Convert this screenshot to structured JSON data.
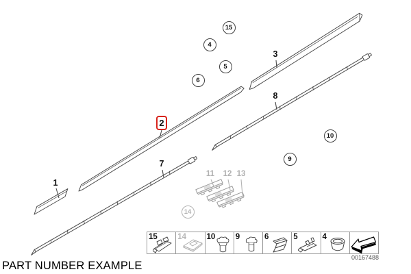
{
  "colors": {
    "background": "#ffffff",
    "line_art": "#4a4a4a",
    "grayed_out": "#b2b2b2",
    "highlight_red": "#d8241c",
    "text": "#111111",
    "legend_border": "#9a9a9a",
    "image_number_text": "#555555"
  },
  "caption": "PART NUMBER EXAMPLE",
  "image_number": "00167488",
  "callouts": {
    "boxed": {
      "label": "2"
    },
    "plain": {
      "p1": "1",
      "p3": "3",
      "p7": "7",
      "p8": "8"
    },
    "grayed": {
      "p11": "11",
      "p12": "12",
      "p13": "13"
    },
    "circled": {
      "c15": "15",
      "c4": "4",
      "c5": "5",
      "c6": "6",
      "c10": "10",
      "c9": "9",
      "c14": "14"
    }
  },
  "legend": {
    "cells": [
      {
        "number": "15",
        "icon": "clip-bracket-icon",
        "grayed": false
      },
      {
        "number": "14",
        "icon": "adhesive-pad-icon",
        "grayed": true
      },
      {
        "number": "10",
        "icon": "expanding-rivet-icon",
        "grayed": false
      },
      {
        "number": "9",
        "icon": "rivet-icon",
        "grayed": false
      },
      {
        "number": "6",
        "icon": "spring-clip-icon",
        "grayed": false
      },
      {
        "number": "5",
        "icon": "prong-clip-icon",
        "grayed": false
      },
      {
        "number": "4",
        "icon": "grommet-icon",
        "grayed": false
      },
      {
        "number": "",
        "icon": "direction-arrow-icon",
        "grayed": false
      }
    ]
  }
}
